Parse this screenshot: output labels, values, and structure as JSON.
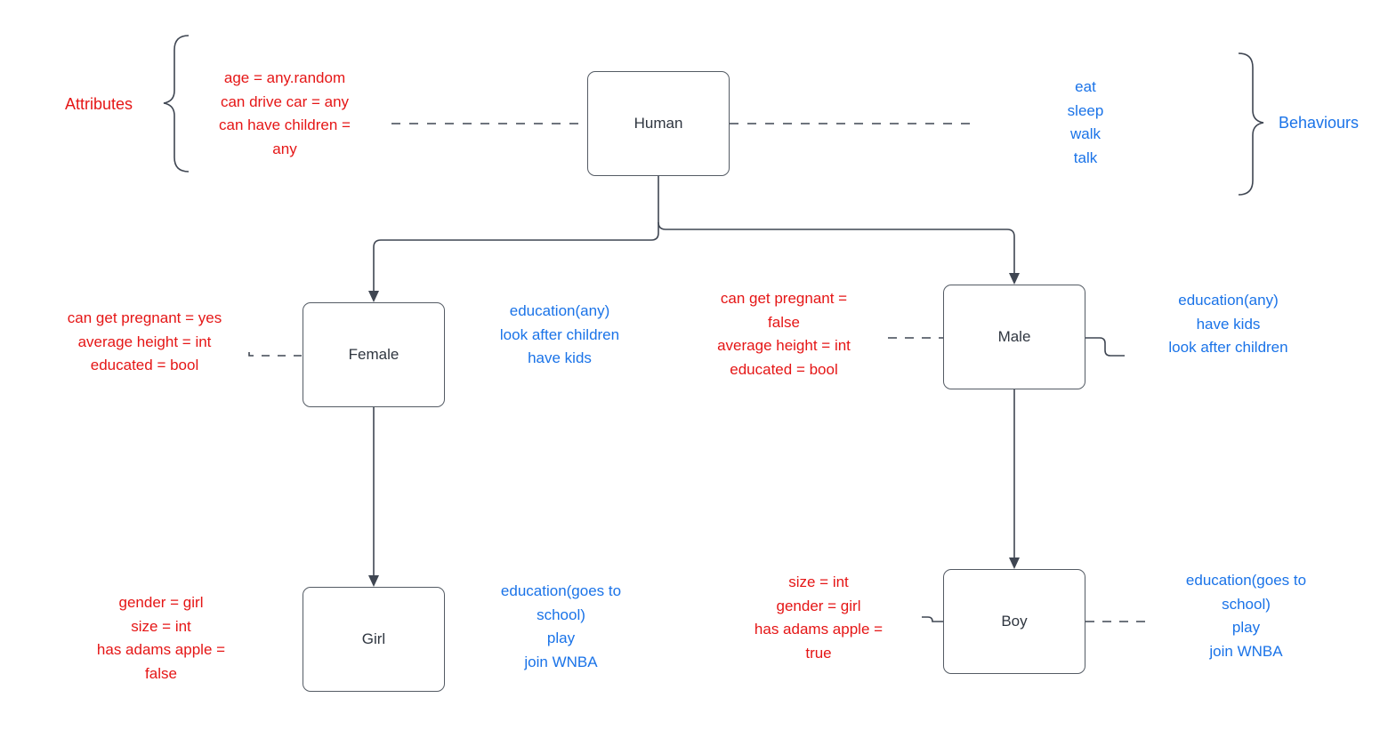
{
  "legend": {
    "attributes_label": "Attributes",
    "behaviours_label": "Behaviours"
  },
  "nodes": {
    "human": {
      "label": "Human"
    },
    "female": {
      "label": "Female"
    },
    "male": {
      "label": "Male"
    },
    "girl": {
      "label": "Girl"
    },
    "boy": {
      "label": "Boy"
    }
  },
  "annotations": {
    "human_attributes": {
      "lines": [
        "age = any.random",
        "can drive car = any",
        "can have children =",
        "any"
      ]
    },
    "human_behaviours": {
      "lines": [
        "eat",
        "sleep",
        "walk",
        "talk"
      ]
    },
    "female_attributes": {
      "lines": [
        "can get pregnant = yes",
        "average height = int",
        "educated = bool"
      ]
    },
    "female_behaviours": {
      "lines": [
        "education(any)",
        "look after children",
        "have kids"
      ]
    },
    "male_attributes": {
      "lines": [
        "can get pregnant =",
        "false",
        "average height = int",
        "educated = bool"
      ]
    },
    "male_behaviours": {
      "lines": [
        "education(any)",
        "have kids",
        "look after children"
      ]
    },
    "girl_attributes": {
      "lines": [
        "gender = girl",
        "size = int",
        "has adams apple =",
        "false"
      ]
    },
    "girl_behaviours": {
      "lines": [
        "education(goes to",
        "school)",
        "play",
        "join WNBA"
      ]
    },
    "boy_attributes": {
      "lines": [
        "size = int",
        "gender = girl",
        "has adams apple =",
        "true"
      ]
    },
    "boy_behaviours": {
      "lines": [
        "education(goes to",
        "school)",
        "play",
        "join WNBA"
      ]
    }
  },
  "colors": {
    "attribute_text": "#e51616",
    "behaviour_text": "#1a73e8",
    "connector": "#3f4652",
    "node_border": "#545b64",
    "node_text": "#2f3640",
    "node_fill": "#ffffff"
  }
}
